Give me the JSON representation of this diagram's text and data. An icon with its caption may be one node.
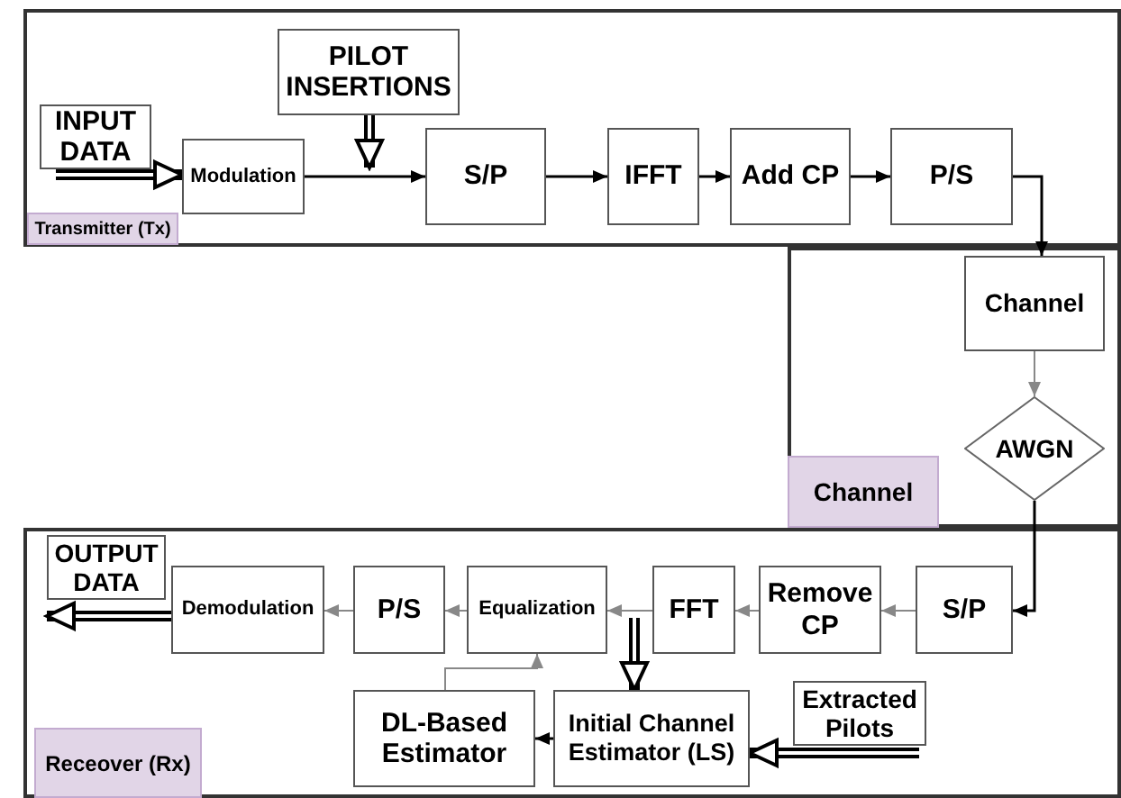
{
  "diagram": {
    "nodes": [
      {
        "text": [
          "Transmitter (Tx)"
        ]
      },
      {
        "text": [
          "INPUT DATA"
        ],
        "in": 0
      },
      {
        "text": [
          "Modulation"
        ],
        "in": 0
      },
      {
        "text": [
          "PILOT INSERTIONS"
        ],
        "in": 0
      },
      {
        "text": [
          "S/P"
        ],
        "in": 0
      },
      {
        "text": [
          "IFFT"
        ],
        "in": 0
      },
      {
        "text": [
          "Add CP"
        ],
        "in": 0
      },
      {
        "text": [
          "P/S"
        ],
        "in": 0
      },
      {
        "text": [
          "Channel"
        ]
      },
      {
        "text": [
          "Channel"
        ],
        "in": 8
      },
      {
        "text": [
          "AWGN"
        ],
        "in": 8
      },
      {
        "text": [
          "Receover (Rx)"
        ]
      },
      {
        "text": [
          "OUTPUT DATA"
        ],
        "in": 11
      },
      {
        "text": [
          "Demodulation"
        ],
        "in": 11
      },
      {
        "text": [
          "P/S"
        ],
        "in": 11
      },
      {
        "text": [
          "Equalization"
        ],
        "in": 11
      },
      {
        "text": [
          "FFT"
        ],
        "in": 11
      },
      {
        "text": [
          "Remove CP"
        ],
        "in": 11
      },
      {
        "text": [
          "S/P"
        ],
        "in": 11
      },
      {
        "text": [
          "DL-Based Estimator"
        ],
        "in": 11
      },
      {
        "text": [
          "Initial Channel Estimator (LS)"
        ],
        "in": 11
      },
      {
        "text": [
          "Extracted Pilots"
        ],
        "in": 11
      }
    ],
    "edges": [
      {
        "from": 1,
        "to": 2,
        "arrow": "to",
        "style": "thick"
      },
      {
        "from": 2,
        "to": 4,
        "arrow": "to"
      },
      {
        "from": 3,
        "to": null,
        "arrow": "to",
        "style": "thick"
      },
      {
        "from": 4,
        "to": 5,
        "arrow": "to"
      },
      {
        "from": 5,
        "to": 6,
        "arrow": "to"
      },
      {
        "from": 6,
        "to": 7,
        "arrow": "to"
      },
      {
        "from": 7,
        "to": 9,
        "arrow": "to"
      },
      {
        "from": 9,
        "to": 10,
        "arrow": "to",
        "color": "#888888"
      },
      {
        "from": 10,
        "to": 18,
        "arrow": "to"
      },
      {
        "from": 18,
        "to": 17,
        "arrow": "to",
        "color": "#888888"
      },
      {
        "from": 17,
        "to": 16,
        "arrow": "to",
        "color": "#888888"
      },
      {
        "from": 16,
        "to": 15,
        "arrow": "to",
        "color": "#888888"
      },
      {
        "from": 16,
        "to": 20,
        "arrow": "to",
        "style": "thick"
      },
      {
        "from": 21,
        "to": 20,
        "arrow": "to",
        "style": "thick"
      },
      {
        "from": 20,
        "to": 19,
        "arrow": "to"
      },
      {
        "from": 19,
        "to": 15,
        "arrow": "to",
        "color": "#888888"
      },
      {
        "from": 15,
        "to": 14,
        "arrow": "to",
        "color": "#888888"
      },
      {
        "from": 14,
        "to": 13,
        "arrow": "to",
        "color": "#888888"
      },
      {
        "from": 13,
        "to": 12,
        "arrow": "to",
        "style": "thick"
      }
    ]
  }
}
